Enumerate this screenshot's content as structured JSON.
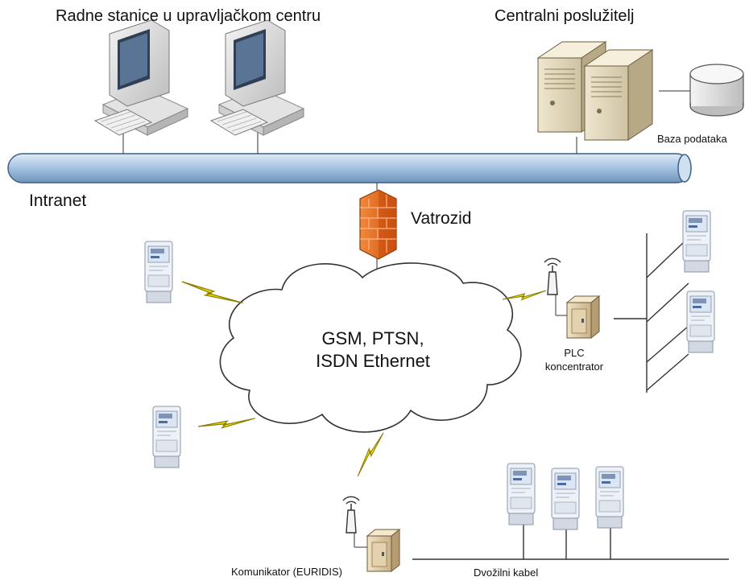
{
  "labels": {
    "workstations": "Radne stanice u upravljačkom centru",
    "central_server": "Centralni poslužitelj",
    "database": "Baza podataka",
    "intranet": "Intranet",
    "firewall": "Vatrozid",
    "network_line1": "GSM, PTSN,",
    "network_line2": "ISDN Ethernet",
    "plc_line1": "PLC",
    "plc_line2": "koncentrator",
    "communicator": "Komunikator (EURIDIS)",
    "two_wire_cable": "Dvožilni kabel"
  },
  "colors": {
    "pipe": "#a9c6e3",
    "firewall": "#e8631c",
    "lightning": "#f2e600",
    "meter_panel": "#dbe6f4"
  }
}
